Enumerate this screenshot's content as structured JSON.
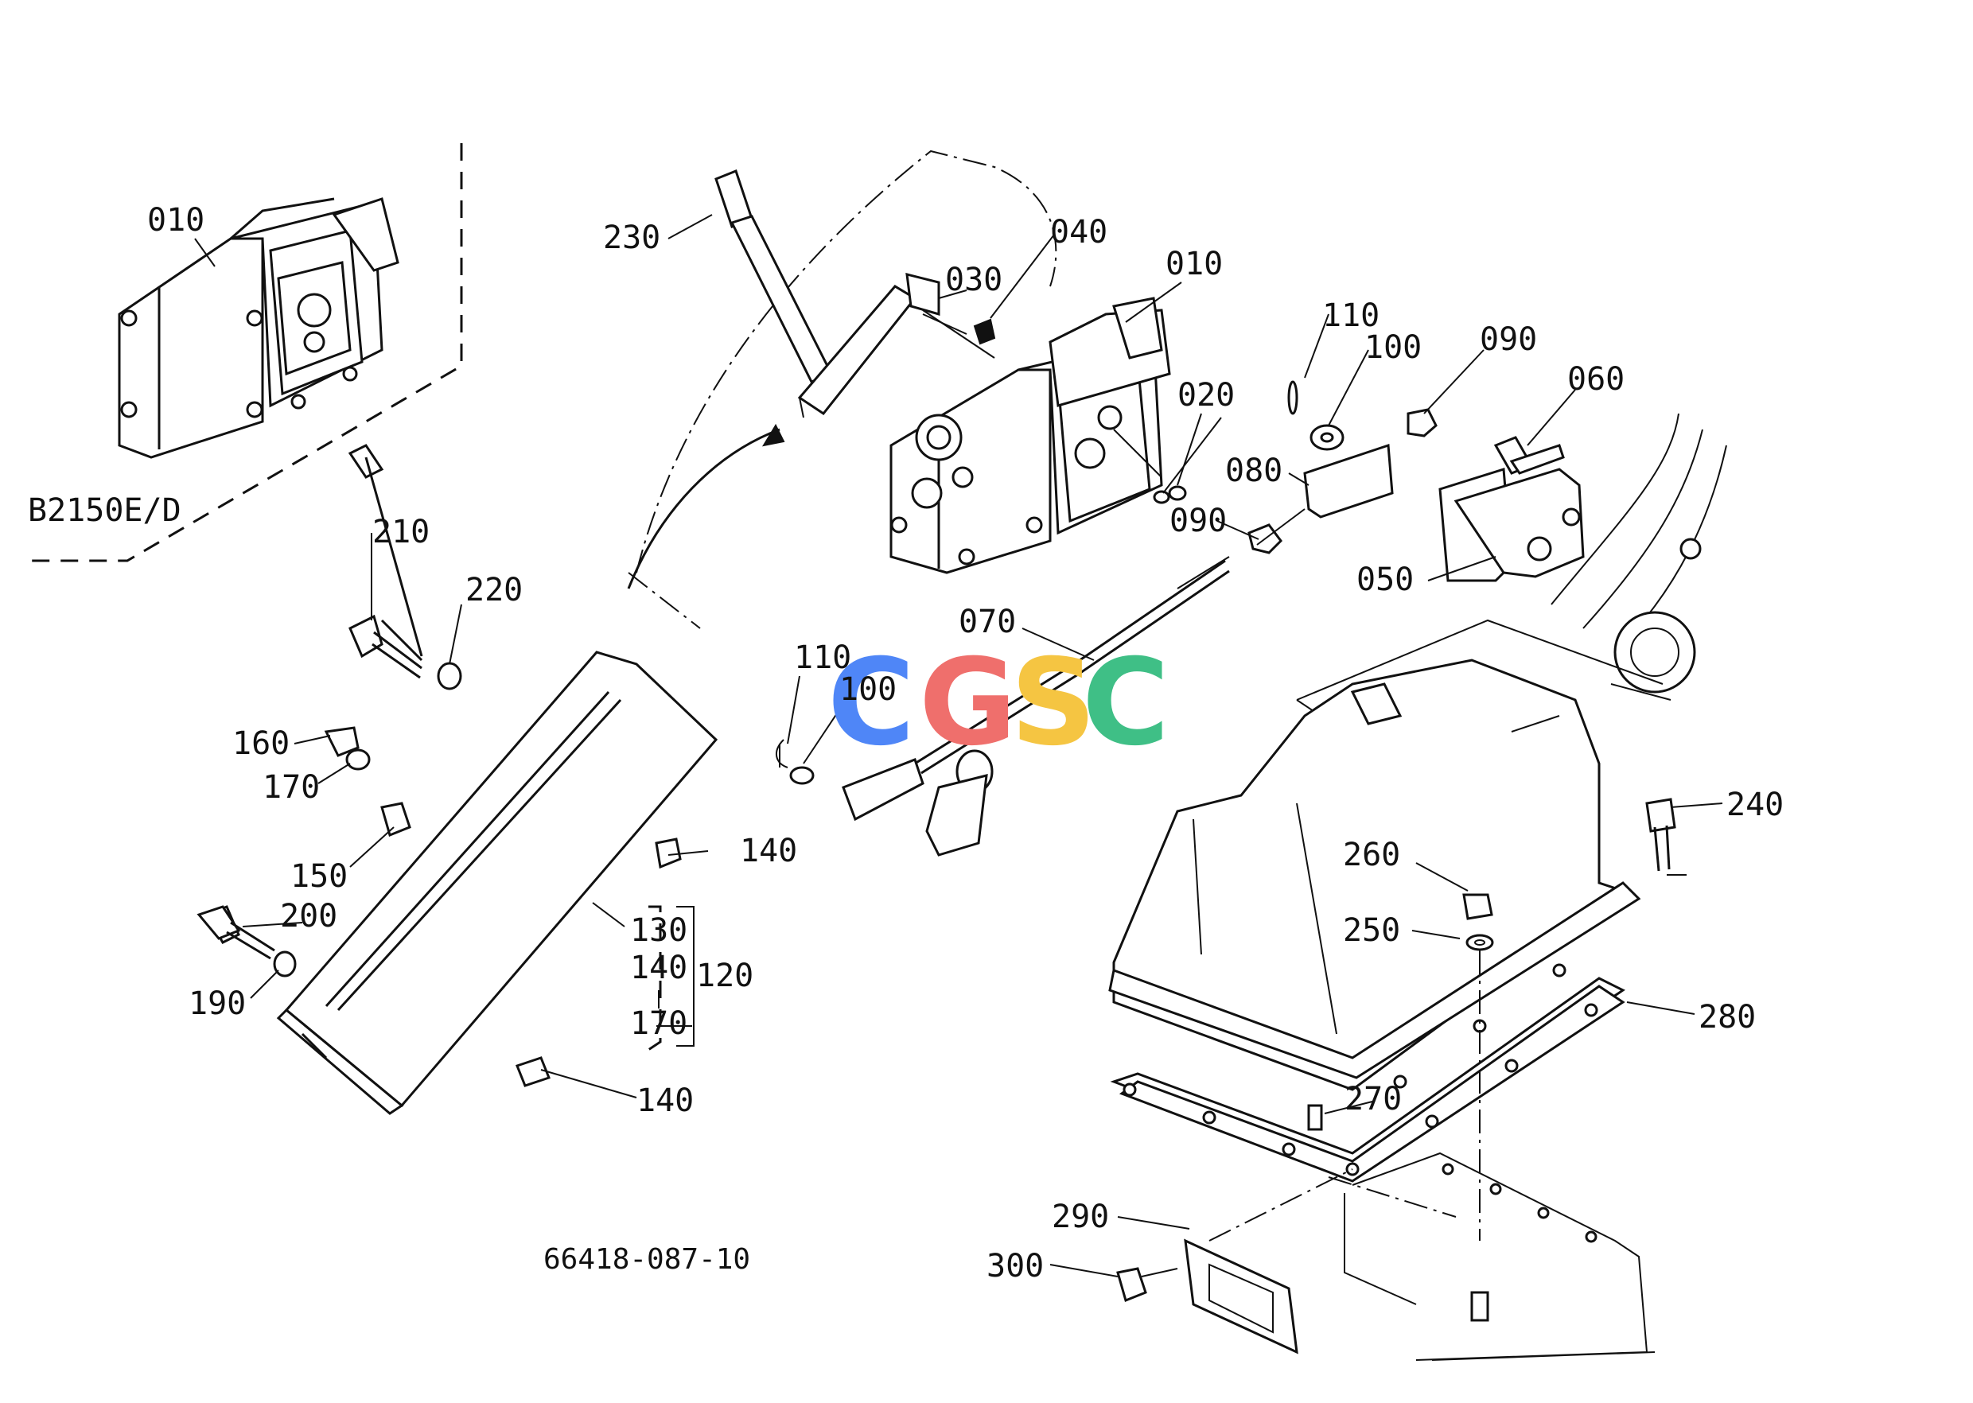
{
  "model_label": "B2150E/D",
  "drawing_number": "66418-087-10",
  "watermark": {
    "letters": [
      "C",
      "G",
      "S",
      "C"
    ],
    "colors": [
      "#4f86f7",
      "#ef6f6c",
      "#f5c542",
      "#3fbf86"
    ]
  },
  "parts": [
    {
      "id": "010",
      "note": "inset"
    },
    {
      "id": "230"
    },
    {
      "id": "030"
    },
    {
      "id": "040"
    },
    {
      "id": "010"
    },
    {
      "id": "110"
    },
    {
      "id": "100"
    },
    {
      "id": "090"
    },
    {
      "id": "060"
    },
    {
      "id": "020"
    },
    {
      "id": "080"
    },
    {
      "id": "090"
    },
    {
      "id": "050"
    },
    {
      "id": "070"
    },
    {
      "id": "210"
    },
    {
      "id": "220"
    },
    {
      "id": "110"
    },
    {
      "id": "100"
    },
    {
      "id": "160"
    },
    {
      "id": "170"
    },
    {
      "id": "150"
    },
    {
      "id": "200"
    },
    {
      "id": "190"
    },
    {
      "id": "140"
    },
    {
      "id": "130"
    },
    {
      "id": "140"
    },
    {
      "id": "120"
    },
    {
      "id": "170"
    },
    {
      "id": "140"
    },
    {
      "id": "240"
    },
    {
      "id": "260"
    },
    {
      "id": "250"
    },
    {
      "id": "280"
    },
    {
      "id": "270"
    },
    {
      "id": "290"
    },
    {
      "id": "300"
    }
  ]
}
